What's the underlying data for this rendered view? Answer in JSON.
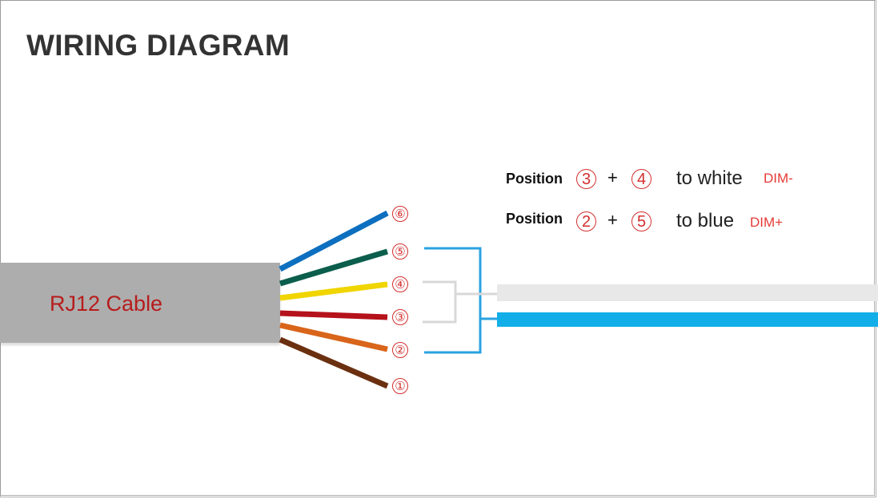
{
  "title": "WIRING DIAGRAM",
  "cable": {
    "label": "RJ12 Cable",
    "color": "#adadad"
  },
  "wires": [
    {
      "pin": "⑥",
      "color": "#0d6fbf"
    },
    {
      "pin": "⑤",
      "color": "#0b5e4c"
    },
    {
      "pin": "④",
      "color": "#f0d500"
    },
    {
      "pin": "③",
      "color": "#b5121b"
    },
    {
      "pin": "②",
      "color": "#d9651a"
    },
    {
      "pin": "①",
      "color": "#6b3010"
    }
  ],
  "notes": [
    {
      "word": "Position",
      "pin_a": "3",
      "plus": "+",
      "pin_b": "4",
      "target": "to white",
      "signal": "DIM-"
    },
    {
      "word": "Position",
      "pin_a": "2",
      "plus": "+",
      "pin_b": "5",
      "target": "to blue",
      "signal": "DIM+"
    }
  ],
  "output_wires": {
    "white": "#e8e8e8",
    "blue": "#12aee8",
    "bracket_blue": "#2aa3e0",
    "bracket_white": "#d8d8d8"
  }
}
